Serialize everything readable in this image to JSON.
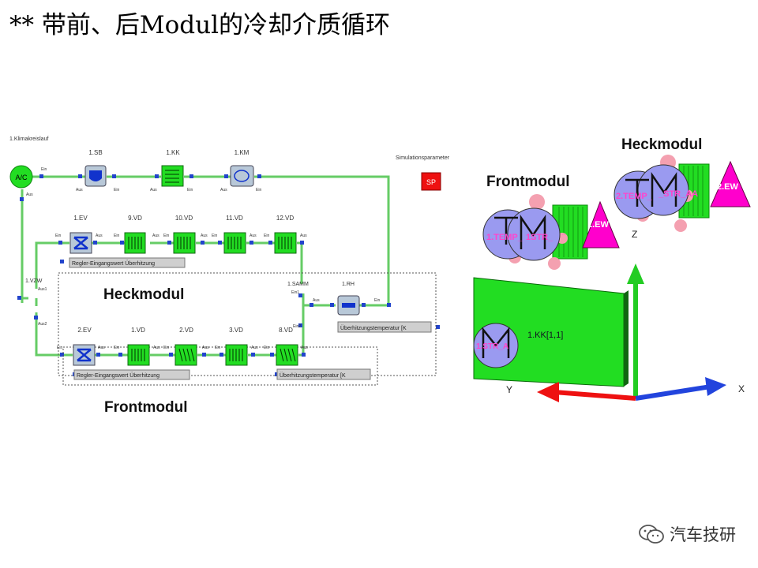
{
  "title": "** 带前、后Modul的冷却介质循环",
  "schematic": {
    "circuit_label": "1.Klimakreislauf",
    "sim_label": "Simulationsparameter",
    "sp_label": "SP",
    "ac_label": "A/C",
    "top_components": [
      "1.SB",
      "1.KK",
      "1.KM"
    ],
    "rear_components": [
      "1.EV",
      "9.VD",
      "10.VD",
      "11.VD",
      "12.VD"
    ],
    "front_components": [
      "2.EV",
      "1.VD",
      "2.VD",
      "3.VD",
      "8.VD"
    ],
    "vzw_label": "1.VZW",
    "samm_label": "1.SAMM",
    "rh_label": "1.RH",
    "rear_controller": "Regler-Eingangswert Überhitzung",
    "front_controller": "Regler-Eingangswert Überhitzung",
    "overheat_label_1": "Überhitzungstemperatur [K",
    "overheat_label_2": "Überhitzungstemperatur [K",
    "heck_label": "Heckmodul",
    "front_label": "Frontmodul",
    "port_ein": "Ein",
    "port_aus": "Aus",
    "port_aus1": "Aus1",
    "port_aus2": "Aus2",
    "port_ein1": "Ein1",
    "port_ein2": "Ein2"
  },
  "view3d": {
    "heck_label": "Heckmodul",
    "front_label": "Frontmodul",
    "axis_x": "X",
    "axis_y": "Y",
    "axis_z": "Z",
    "front_tm_1": "1.TEMP_",
    "front_tm_2": "1STR_",
    "front_small": "...",
    "front_ew": "1.EW",
    "rear_tm_1": "2.TEMP_",
    "rear_tm_2": "_STR_AA",
    "rear_ew": "2.EW",
    "panel_label": "1.KK[1,1]",
    "panel_m": "1.STR_A"
  },
  "brand": {
    "name": "汽车技研"
  },
  "colors": {
    "green": "#22dd22",
    "pipe": "#66cc66",
    "magenta": "#ff00cc",
    "lavender": "#9a9af0",
    "pink": "#f4a0b0"
  }
}
